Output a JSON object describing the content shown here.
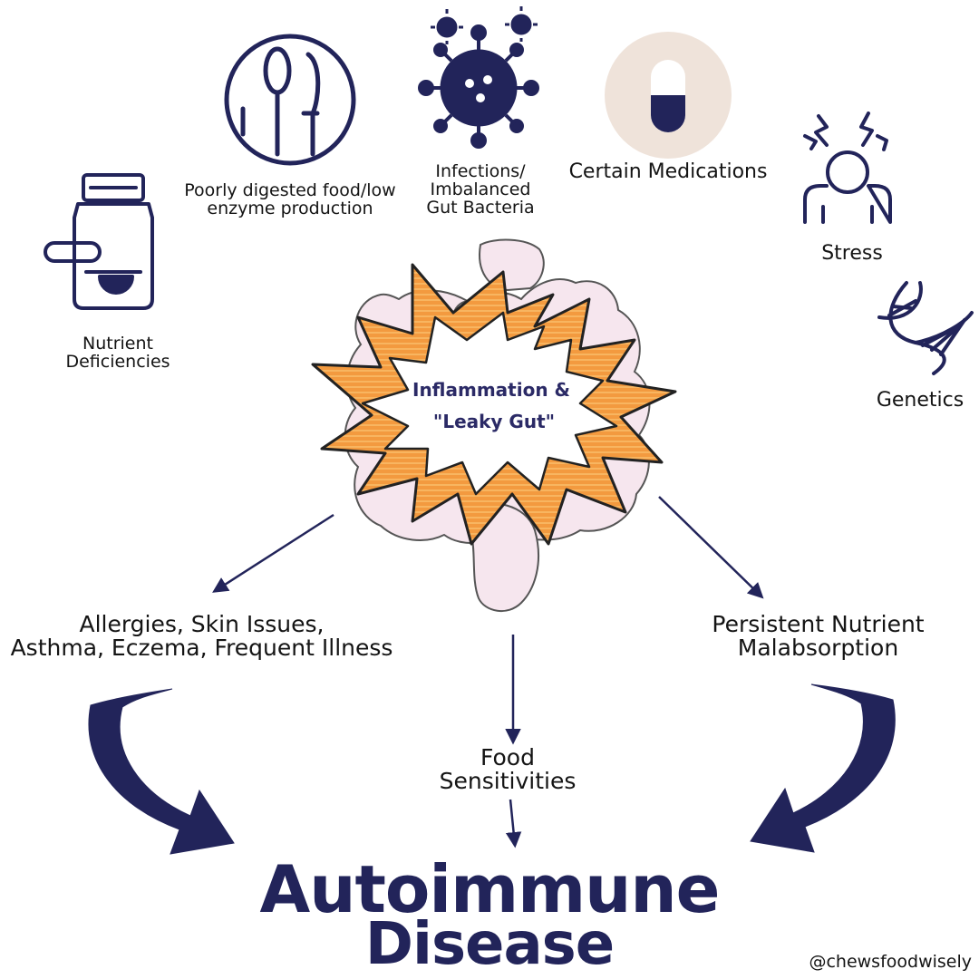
{
  "center": {
    "line1": "Inflammation &",
    "line2": "\"Leaky Gut\""
  },
  "causes": {
    "nutrient": {
      "line1": "Nutrient",
      "line2": "Deficiencies",
      "icon": "supplement-bottle-icon"
    },
    "digestion": {
      "line1": "Poorly digested food/low",
      "line2": "enzyme production",
      "icon": "cutlery-plate-icon"
    },
    "infections": {
      "line1": "Infections/",
      "line2": "Imbalanced",
      "line3": "Gut Bacteria",
      "icon": "virus-icon"
    },
    "medications": {
      "line1": "Certain Medications",
      "icon": "pill-capsule-icon"
    },
    "stress": {
      "line1": "Stress",
      "icon": "stressed-person-icon"
    },
    "genetics": {
      "line1": "Genetics",
      "icon": "dna-helix-icon"
    }
  },
  "effects": {
    "allergies": {
      "line1": "Allergies, Skin Issues,",
      "line2": "Asthma, Eczema, Frequent Illness"
    },
    "malabsorption": {
      "line1": "Persistent Nutrient",
      "line2": "Malabsorption"
    },
    "food": {
      "line1": "Food",
      "line2": "Sensitivities"
    }
  },
  "outcome": {
    "line1": "Autoimmune",
    "line2": "Disease"
  },
  "handle": "@chewsfoodwisely",
  "colors": {
    "navy": "#22245a",
    "burst_orange": "#f08a3a",
    "burst_light": "#f9b44a",
    "gut_pink": "#f6e6ee",
    "pill_bg": "#efe3da"
  }
}
